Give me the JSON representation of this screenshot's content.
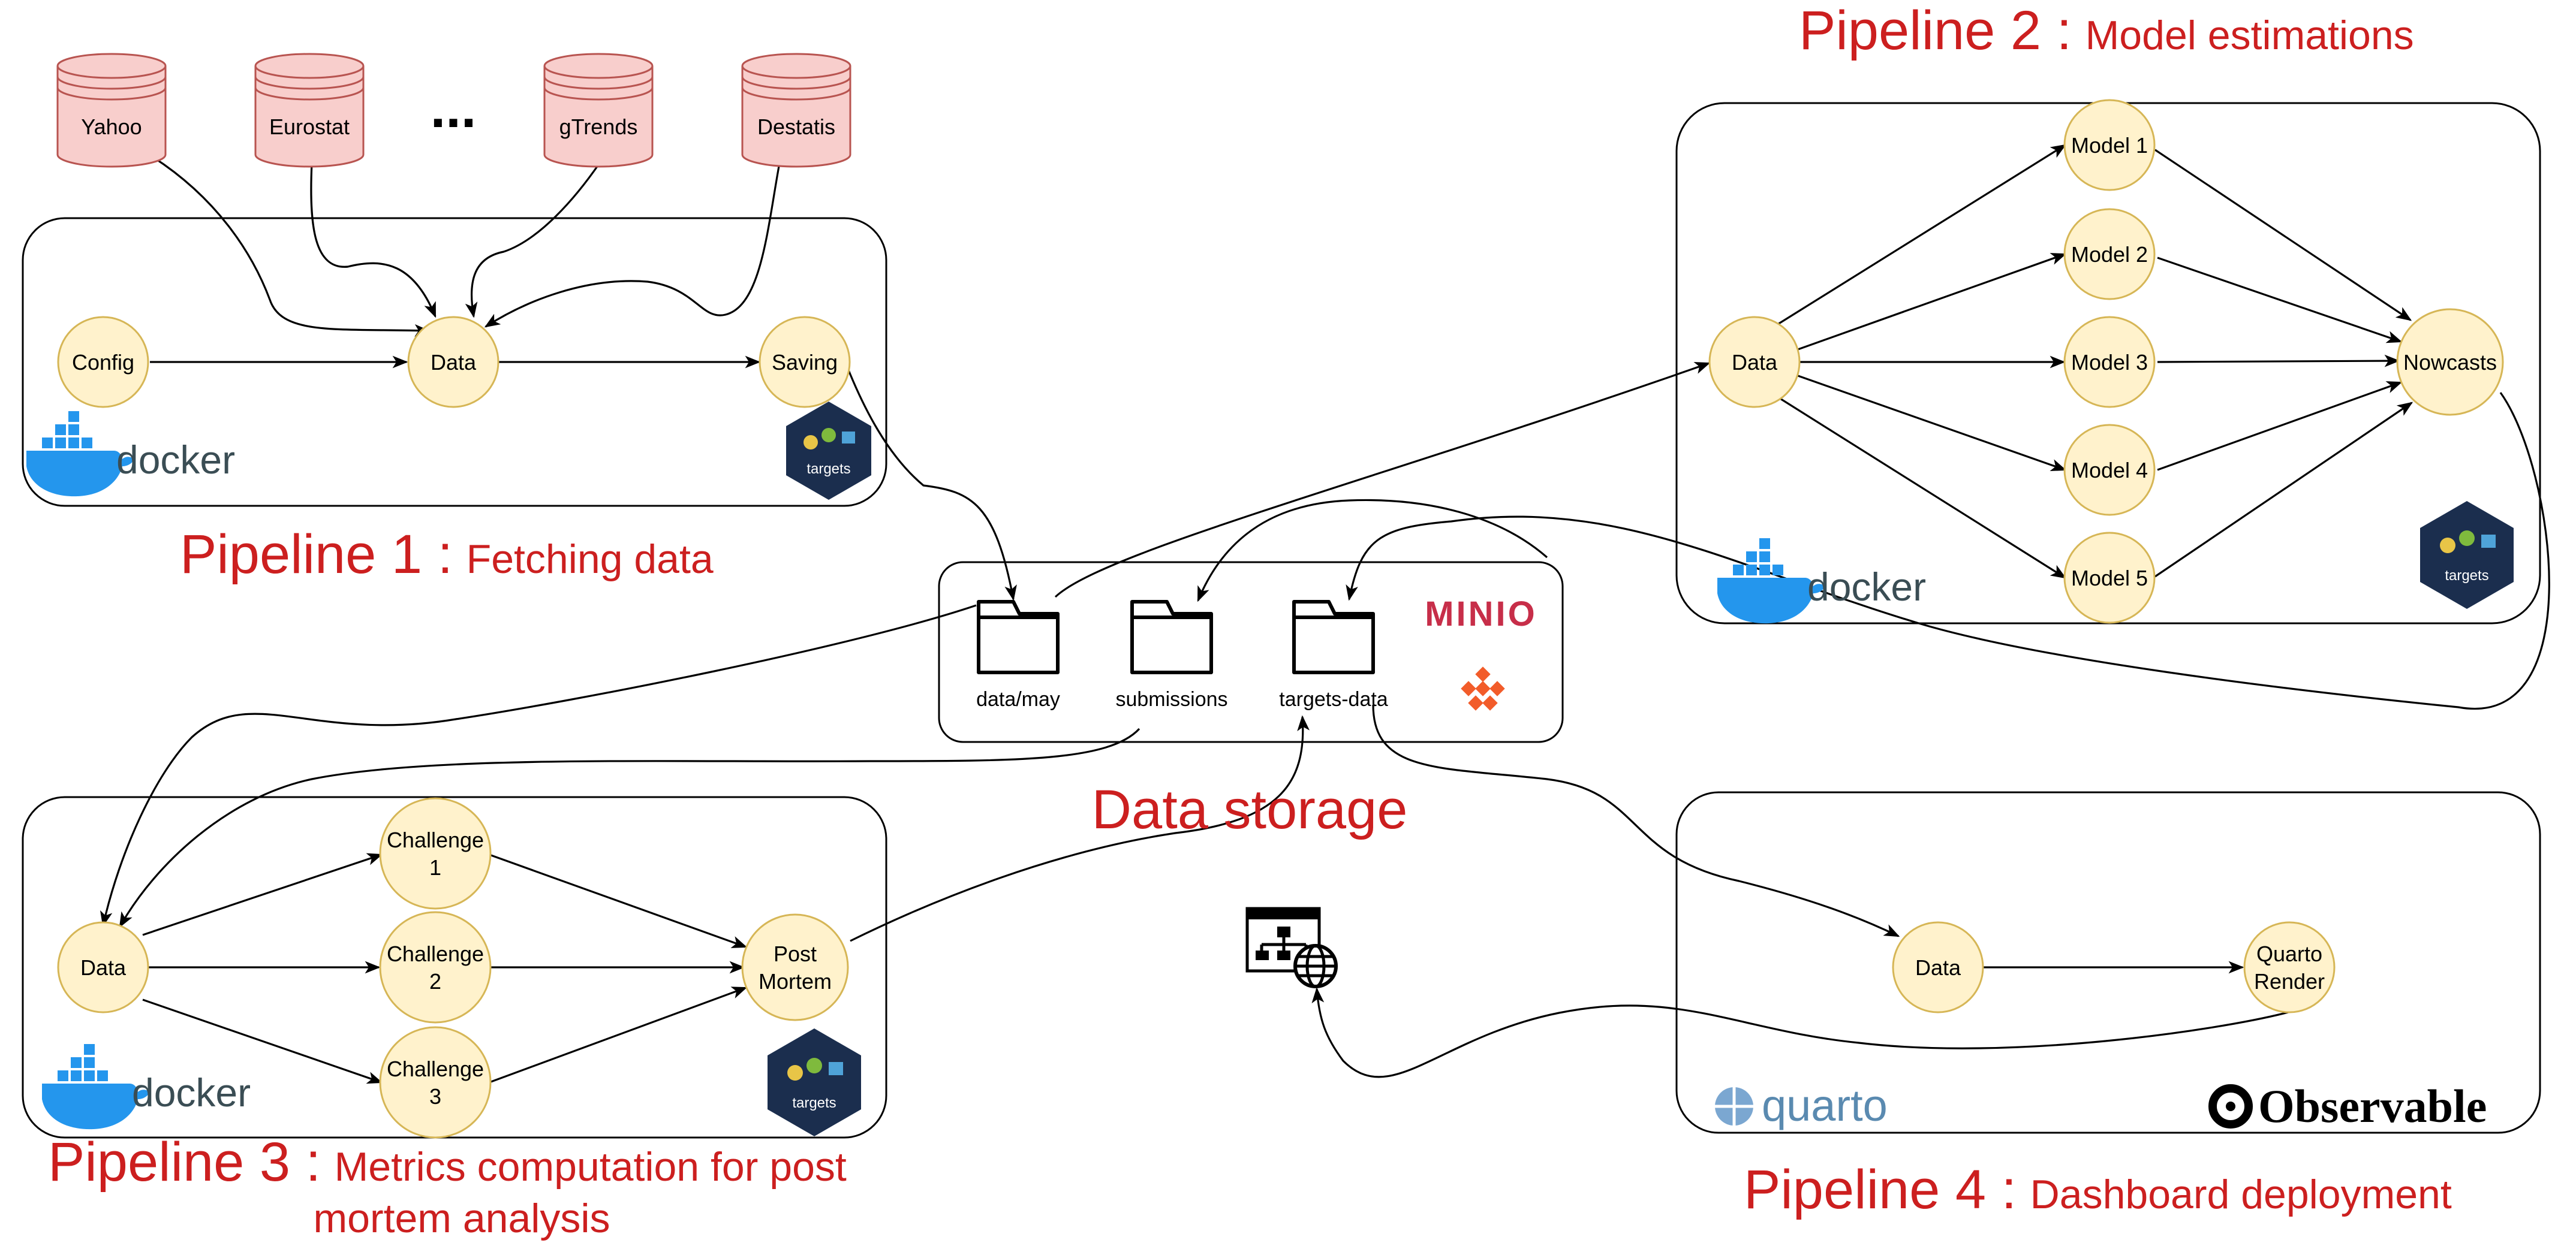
{
  "sources": {
    "yahoo": "Yahoo",
    "eurostat": "Eurostat",
    "ellipsis": "...",
    "gtrends": "gTrends",
    "destatis": "Destatis"
  },
  "pipeline1": {
    "title_main": "Pipeline 1 :",
    "title_sub": "Fetching data",
    "nodes": {
      "config": "Config",
      "data": "Data",
      "saving": "Saving"
    }
  },
  "pipeline2": {
    "title_main": "Pipeline 2 :",
    "title_sub": "Model estimations",
    "nodes": {
      "data": "Data",
      "model1": "Model 1",
      "model2": "Model 2",
      "model3": "Model 3",
      "model4": "Model 4",
      "model5": "Model 5",
      "nowcasts": "Nowcasts"
    }
  },
  "pipeline3": {
    "title_main": "Pipeline 3 :",
    "title_sub_line1": "Metrics computation for post",
    "title_sub_line2": "mortem analysis",
    "nodes": {
      "data": "Data",
      "ch1_l1": "Challenge",
      "ch1_l2": "1",
      "ch2_l1": "Challenge",
      "ch2_l2": "2",
      "ch3_l1": "Challenge",
      "ch3_l2": "3",
      "pm_l1": "Post",
      "pm_l2": "Mortem"
    }
  },
  "pipeline4": {
    "title_main": "Pipeline 4 :",
    "title_sub": "Dashboard deployment",
    "nodes": {
      "data": "Data",
      "qr_l1": "Quarto",
      "qr_l2": "Render"
    }
  },
  "storage": {
    "title": "Data storage",
    "folders": {
      "f1": "data/may",
      "f2": "submissions",
      "f3": "targets-data"
    },
    "minio_logo": "MINIO"
  },
  "logos": {
    "docker": "docker",
    "targets": "targets",
    "quarto": "quarto",
    "observable": "Observable"
  },
  "colors": {
    "node_fill": "#fff2cc",
    "node_stroke": "#d6b656",
    "db_fill": "#f8cecc",
    "db_stroke": "#b85450",
    "title_red": "#cc1f1f",
    "docker_blue": "#2496ed",
    "targets_navy": "#1b2e4e"
  }
}
